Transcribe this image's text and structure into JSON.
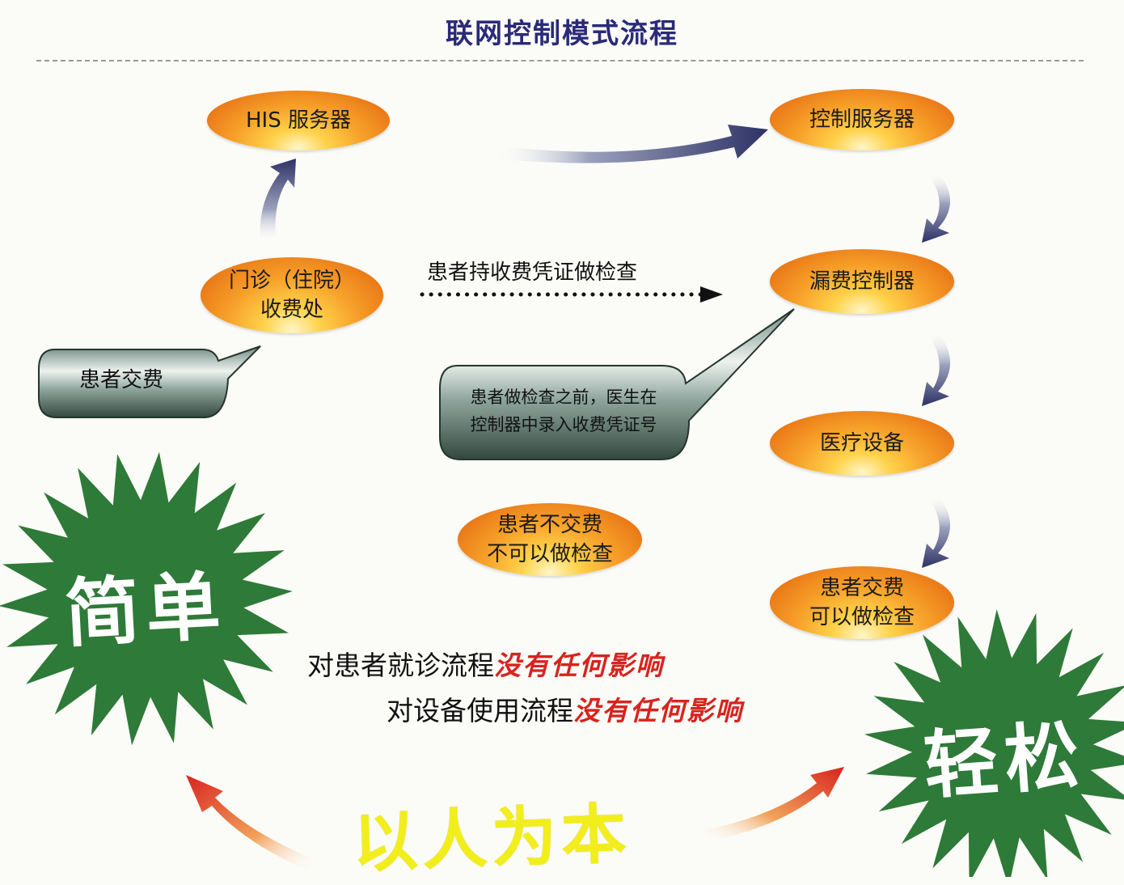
{
  "title": "联网控制模式流程",
  "nodes": {
    "his_server": "HIS 服务器",
    "control_server": "控制服务器",
    "clinic_line1": "门诊（住院）",
    "clinic_line2": "收费处",
    "leak_controller": "漏费控制器",
    "medical_device": "医疗设备",
    "no_pay_line1": "患者不交费",
    "no_pay_line2": "不可以做检查",
    "paid_line1": "患者交费",
    "paid_line2": "可以做检查"
  },
  "callouts": {
    "patient_pays": "患者交费",
    "doctor_line1": "患者做检查之前，医生在",
    "doctor_line2": "控制器中录入收费凭证号"
  },
  "dotted_label": "患者持收费凭证做检查",
  "statements": {
    "line1_prefix": "对患者就诊流程",
    "line2_prefix": "对设备使用流程",
    "highlight": "没有任何影响"
  },
  "badges": {
    "left": "简单",
    "right": "轻松"
  },
  "motto": "以人为本",
  "colors": {
    "title": "#2a2a78",
    "node_orange": "#ea7a18",
    "callout_green": "#3f5a52",
    "star_green": "#2e7a38",
    "highlight_red": "#d8231e",
    "motto_yellow": "#f2ee1c",
    "arrow_dark": "#3a3e6a"
  }
}
